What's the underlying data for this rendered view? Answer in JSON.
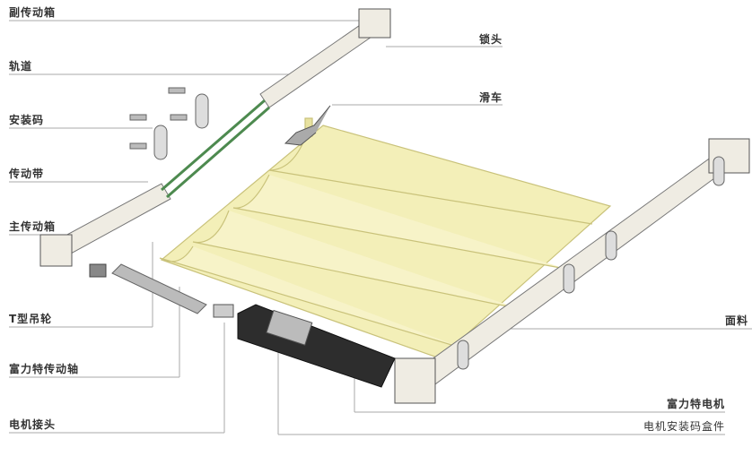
{
  "labels_left": [
    "副传动箱",
    "轨道",
    "安装码",
    "传动带",
    "主传动箱",
    "T型吊轮",
    "富力特传动轴",
    "电机接头"
  ],
  "labels_right": [
    "锁头",
    "滑车",
    "面料",
    "富力特电机",
    "电机安装码盒件"
  ],
  "colors": {
    "fabric": "#f3efb8",
    "fabric_edge": "#c9c27a",
    "rail": "#efece3",
    "belt": "#4d8a4f",
    "motor": "#2d2d2d",
    "line": "#999999"
  }
}
